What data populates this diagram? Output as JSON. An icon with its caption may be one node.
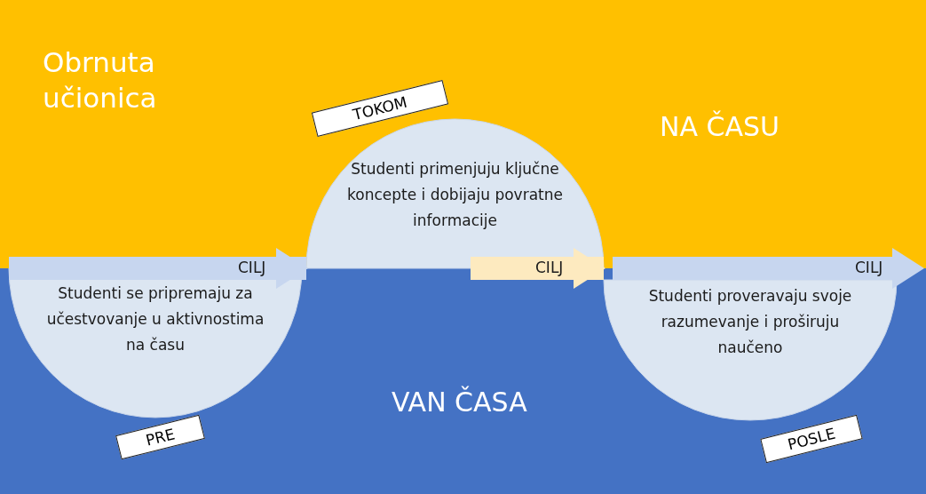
{
  "diagram": {
    "title": "Obrnuta učionica",
    "nodes": [
      {
        "text": [
          "Studenti se pripremaju za učestvovanje u aktivnostima  na času"
        ],
        "beside": [
          "PRE"
        ]
      },
      {
        "text": [
          "Studenti primenjuju ključne koncepte i dobijaju povratne informacije"
        ],
        "beside": [
          "TOKOM"
        ]
      },
      {
        "text": [
          "Studenti proveravaju svoje razumevanje i proširuju naučeno"
        ],
        "beside": [
          "POSLE"
        ]
      }
    ],
    "edges": [
      {
        "from": 0,
        "to": 1,
        "arrow": "to",
        "label": "CILJ"
      },
      {
        "from": 1,
        "to": 2,
        "arrow": "to",
        "label": "CILJ",
        "color": "#fdeabf"
      }
    ],
    "labels": [
      "NA ČASU",
      "CILJ",
      "VAN ČASA"
    ]
  }
}
